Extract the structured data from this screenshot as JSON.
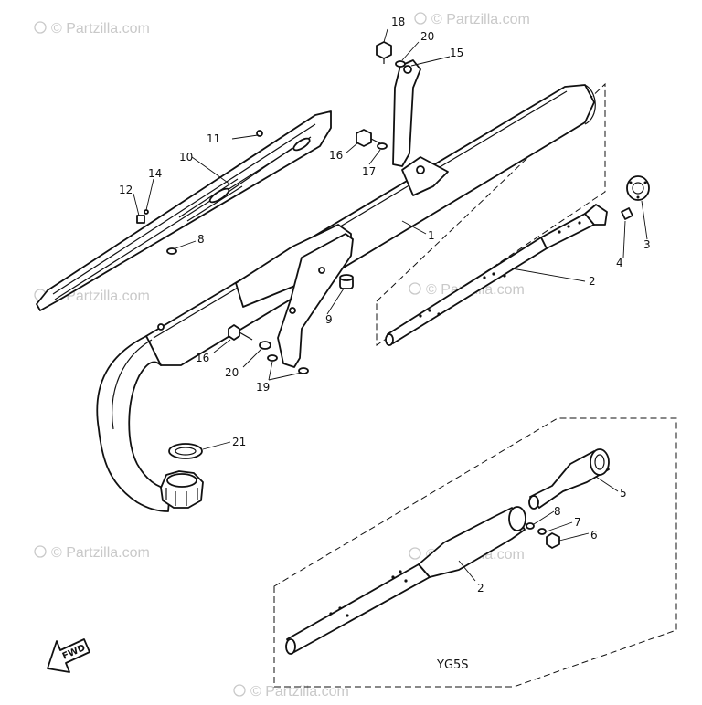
{
  "watermarks": [
    "© Partzilla.com",
    "© Partzilla.com",
    "© Partzilla.com",
    "© Partzilla.com",
    "© Partzilla.com",
    "© Partzilla.com",
    "© Partzilla.com"
  ],
  "callouts": {
    "p1": "1",
    "p2_upper": "2",
    "p2_lower": "2",
    "p3": "3",
    "p4": "4",
    "p5": "5",
    "p6": "6",
    "p7": "7",
    "p8_upper": "8",
    "p8_lower": "8",
    "p9": "9",
    "p10": "10",
    "p11": "11",
    "p12": "12",
    "p14": "14",
    "p15": "15",
    "p16_upper": "16",
    "p16_lower": "16",
    "p17": "17",
    "p18": "18",
    "p19": "19",
    "p20_upper": "20",
    "p20_lower": "20",
    "p21": "21"
  },
  "variant_caption": "YG5S",
  "direction_arrow_label": "FWD"
}
